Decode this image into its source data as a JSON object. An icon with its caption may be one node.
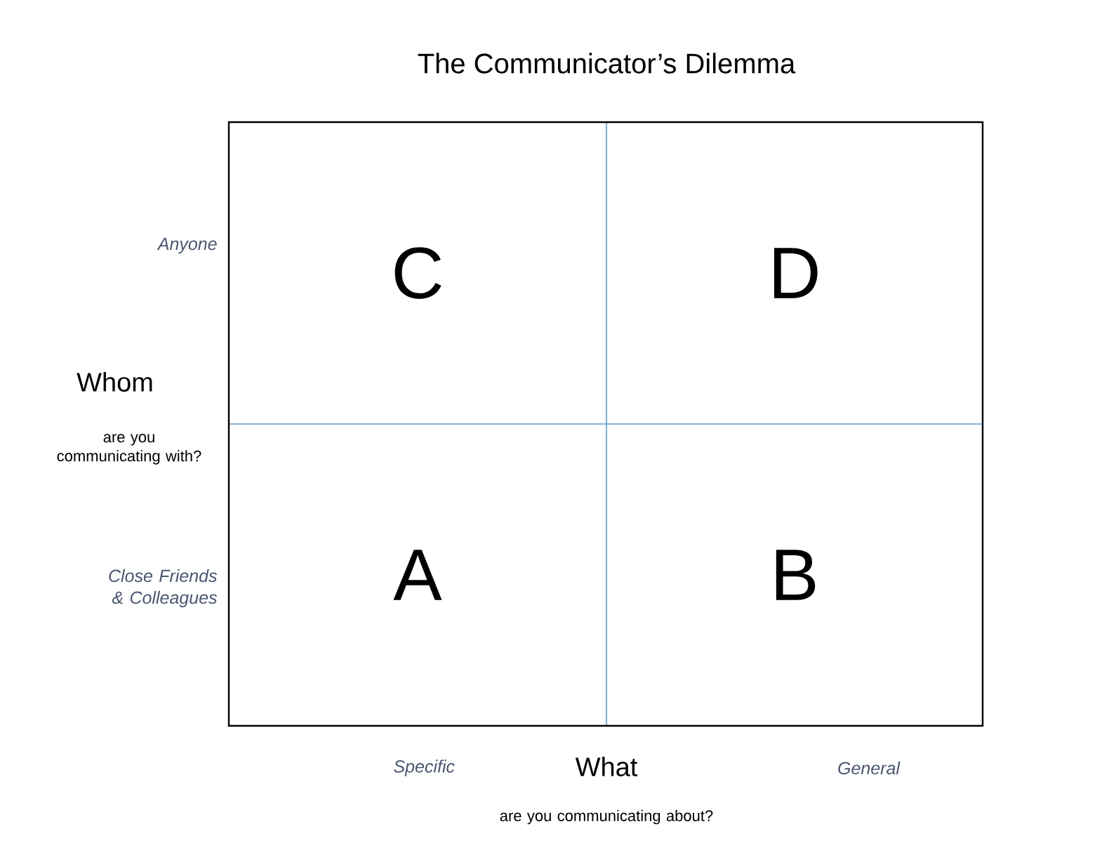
{
  "diagram": {
    "title": "The Communicator’s Dilemma",
    "nodes": [
      {
        "text": [
          "C"
        ]
      },
      {
        "text": [
          "D"
        ]
      },
      {
        "text": [
          "A"
        ]
      },
      {
        "text": [
          "B"
        ]
      }
    ],
    "labels": [
      "Anyone",
      "Whom",
      "are you communicating with?",
      "Close Friends & Colleagues",
      "Specific",
      "What",
      "are you communicating about?",
      "General"
    ]
  }
}
